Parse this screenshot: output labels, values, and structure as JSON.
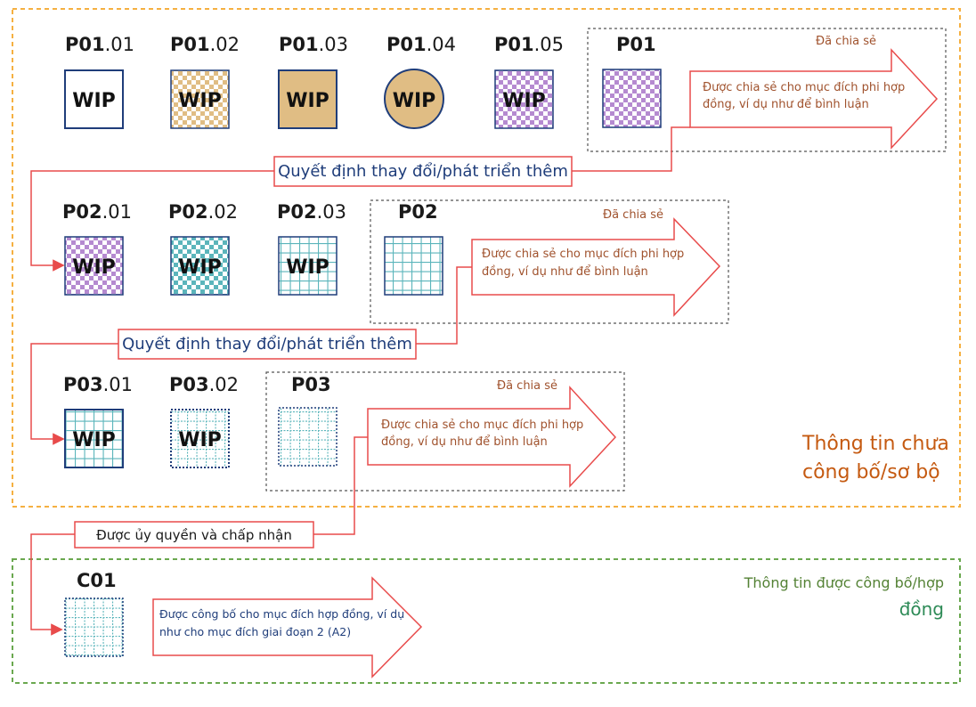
{
  "boxes": {
    "p01_01": {
      "code": "P01",
      "rev": ".01",
      "badge": "WIP"
    },
    "p01_02": {
      "code": "P01",
      "rev": ".02",
      "badge": "WIP"
    },
    "p01_03": {
      "code": "P01",
      "rev": ".03",
      "badge": "WIP"
    },
    "p01_04": {
      "code": "P01",
      "rev": ".04",
      "badge": "WIP"
    },
    "p01_05": {
      "code": "P01",
      "rev": ".05",
      "badge": "WIP"
    },
    "p02_01": {
      "code": "P02",
      "rev": ".01",
      "badge": "WIP"
    },
    "p02_02": {
      "code": "P02",
      "rev": ".02",
      "badge": "WIP"
    },
    "p02_03": {
      "code": "P02",
      "rev": ".03",
      "badge": "WIP"
    },
    "p03_01": {
      "code": "P03",
      "rev": ".01",
      "badge": "WIP"
    },
    "p03_02": {
      "code": "P03",
      "rev": ".02",
      "badge": "WIP"
    }
  },
  "shared": {
    "p01": {
      "code": "P01",
      "status": "Đã chia sẻ",
      "line1": "Được chia sẻ cho mục đích phi hợp",
      "line2": "đồng, ví dụ như để bình luận"
    },
    "p02": {
      "code": "P02",
      "status": "Đã chia sẻ",
      "line1": "Được chia sẻ cho mục đích phi hợp",
      "line2": "đồng, ví dụ như để bình luận"
    },
    "p03": {
      "code": "P03",
      "status": "Đã chia sẻ",
      "line1": "Được chia sẻ cho mục đích phi hợp",
      "line2": "đồng, ví dụ như để bình luận"
    }
  },
  "published": {
    "code": "C01",
    "line1": "Được công bố cho mục đích hợp đồng, ví dụ",
    "line2": "như cho mục đích giai đoạn 2 (A2)"
  },
  "transitions": {
    "decision1": "Quyết định thay đổi/phát triển thêm",
    "decision2": "Quyết định thay đổi/phát triển thêm",
    "authorised": "Được ủy quyền và chấp nhận"
  },
  "zones": {
    "wip_line1": "Thông tin chưa",
    "wip_line2": "công bố/sơ bộ",
    "published_line1": "Thông tin được công bố/hợp",
    "published_line2": "đồng"
  },
  "colors": {
    "wip_zone_border": "#f5b041",
    "published_zone_border": "#6aa84f",
    "wip_zone_text": "#c55a11",
    "published_zone_text_1": "#548235",
    "published_zone_text_2": "#2e8b57",
    "arrow_red": "#e84b4b",
    "navy": "#1f3d7a",
    "tan": "#e0bd84",
    "purple": "#b58ad0",
    "teal": "#5bb5bb",
    "dark_text": "#1a1a1a",
    "status_text": "#a0522d"
  }
}
